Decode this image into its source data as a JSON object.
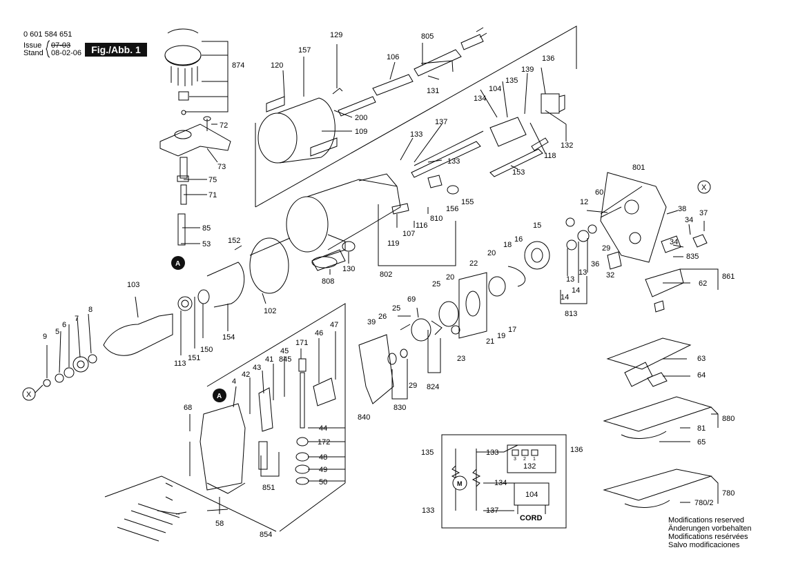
{
  "header": {
    "doc_number": "0 601 584 651",
    "issue_label": "Issue",
    "stand_label": "Stand",
    "issue_old_date": "07-03",
    "issue_date": "08-02-06",
    "figure_badge": "Fig./Abb. 1"
  },
  "notes": [
    "Modifications reserved",
    "Änderungen vorbehalten",
    "Modifications resérvées",
    "Salvo modificaciones"
  ],
  "callouts": [
    {
      "id": "874",
      "label": "874"
    },
    {
      "id": "72",
      "label": "72"
    },
    {
      "id": "73",
      "label": "73"
    },
    {
      "id": "75",
      "label": "75"
    },
    {
      "id": "71",
      "label": "71"
    },
    {
      "id": "85",
      "label": "85"
    },
    {
      "id": "53",
      "label": "53"
    },
    {
      "id": "120",
      "label": "120"
    },
    {
      "id": "157",
      "label": "157"
    },
    {
      "id": "129",
      "label": "129"
    },
    {
      "id": "805",
      "label": "805"
    },
    {
      "id": "106",
      "label": "106"
    },
    {
      "id": "131",
      "label": "131"
    },
    {
      "id": "200",
      "label": "200"
    },
    {
      "id": "109",
      "label": "109"
    },
    {
      "id": "136",
      "label": "136"
    },
    {
      "id": "139",
      "label": "139"
    },
    {
      "id": "135",
      "label": "135"
    },
    {
      "id": "104",
      "label": "104"
    },
    {
      "id": "134",
      "label": "134"
    },
    {
      "id": "137",
      "label": "137"
    },
    {
      "id": "133a",
      "label": "133"
    },
    {
      "id": "133b",
      "label": "133"
    },
    {
      "id": "132",
      "label": "132"
    },
    {
      "id": "118",
      "label": "118"
    },
    {
      "id": "153",
      "label": "153"
    },
    {
      "id": "801",
      "label": "801"
    },
    {
      "id": "60",
      "label": "60"
    },
    {
      "id": "12",
      "label": "12"
    },
    {
      "id": "38",
      "label": "38"
    },
    {
      "id": "37",
      "label": "37"
    },
    {
      "id": "34a",
      "label": "34"
    },
    {
      "id": "34b",
      "label": "34"
    },
    {
      "id": "15",
      "label": "15"
    },
    {
      "id": "29a",
      "label": "29"
    },
    {
      "id": "36",
      "label": "36"
    },
    {
      "id": "835",
      "label": "835"
    },
    {
      "id": "32",
      "label": "32"
    },
    {
      "id": "861",
      "label": "861"
    },
    {
      "id": "62",
      "label": "62"
    },
    {
      "id": "18",
      "label": "18"
    },
    {
      "id": "16",
      "label": "16"
    },
    {
      "id": "13a",
      "label": "13"
    },
    {
      "id": "13b",
      "label": "13"
    },
    {
      "id": "14a",
      "label": "14"
    },
    {
      "id": "14b",
      "label": "14"
    },
    {
      "id": "813",
      "label": "813"
    },
    {
      "id": "155",
      "label": "155"
    },
    {
      "id": "156",
      "label": "156"
    },
    {
      "id": "810",
      "label": "810"
    },
    {
      "id": "116",
      "label": "116"
    },
    {
      "id": "107",
      "label": "107"
    },
    {
      "id": "119",
      "label": "119"
    },
    {
      "id": "802",
      "label": "802"
    },
    {
      "id": "152",
      "label": "152"
    },
    {
      "id": "130",
      "label": "130"
    },
    {
      "id": "808",
      "label": "808"
    },
    {
      "id": "102",
      "label": "102"
    },
    {
      "id": "154",
      "label": "154"
    },
    {
      "id": "150",
      "label": "150"
    },
    {
      "id": "151",
      "label": "151"
    },
    {
      "id": "113",
      "label": "113"
    },
    {
      "id": "103",
      "label": "103"
    },
    {
      "id": "8",
      "label": "8"
    },
    {
      "id": "7",
      "label": "7"
    },
    {
      "id": "6",
      "label": "6"
    },
    {
      "id": "5",
      "label": "5"
    },
    {
      "id": "9",
      "label": "9"
    },
    {
      "id": "22",
      "label": "22"
    },
    {
      "id": "20a",
      "label": "20"
    },
    {
      "id": "20b",
      "label": "20"
    },
    {
      "id": "25a",
      "label": "25"
    },
    {
      "id": "25b",
      "label": "25"
    },
    {
      "id": "69",
      "label": "69"
    },
    {
      "id": "26",
      "label": "26"
    },
    {
      "id": "39",
      "label": "39"
    },
    {
      "id": "21",
      "label": "21"
    },
    {
      "id": "19",
      "label": "19"
    },
    {
      "id": "17",
      "label": "17"
    },
    {
      "id": "23",
      "label": "23"
    },
    {
      "id": "824",
      "label": "824"
    },
    {
      "id": "29b",
      "label": "29"
    },
    {
      "id": "830",
      "label": "830"
    },
    {
      "id": "47",
      "label": "47"
    },
    {
      "id": "46",
      "label": "46"
    },
    {
      "id": "171",
      "label": "171"
    },
    {
      "id": "45",
      "label": "45"
    },
    {
      "id": "845",
      "label": "845"
    },
    {
      "id": "41",
      "label": "41"
    },
    {
      "id": "43",
      "label": "43"
    },
    {
      "id": "42",
      "label": "42"
    },
    {
      "id": "4",
      "label": "4"
    },
    {
      "id": "68",
      "label": "68"
    },
    {
      "id": "44",
      "label": "44"
    },
    {
      "id": "172",
      "label": "172"
    },
    {
      "id": "48",
      "label": "48"
    },
    {
      "id": "49",
      "label": "49"
    },
    {
      "id": "50",
      "label": "50"
    },
    {
      "id": "840",
      "label": "840"
    },
    {
      "id": "851",
      "label": "851"
    },
    {
      "id": "58",
      "label": "58"
    },
    {
      "id": "854",
      "label": "854"
    },
    {
      "id": "63",
      "label": "63"
    },
    {
      "id": "64",
      "label": "64"
    },
    {
      "id": "81",
      "label": "81"
    },
    {
      "id": "880",
      "label": "880"
    },
    {
      "id": "65",
      "label": "65"
    },
    {
      "id": "780",
      "label": "780"
    },
    {
      "id": "780_2",
      "label": "780/2"
    }
  ],
  "markers": [
    {
      "id": "X_right",
      "label": "X"
    },
    {
      "id": "X_left",
      "label": "X"
    },
    {
      "id": "A_top",
      "label": "A"
    },
    {
      "id": "A_bottom",
      "label": "A"
    }
  ],
  "wiring": {
    "labels": [
      "135",
      "133",
      "136",
      "132",
      "134",
      "104",
      "133",
      "137"
    ],
    "motor_label": "M",
    "cord_label": "CORD",
    "terminals": [
      "3",
      "2",
      "1"
    ]
  }
}
